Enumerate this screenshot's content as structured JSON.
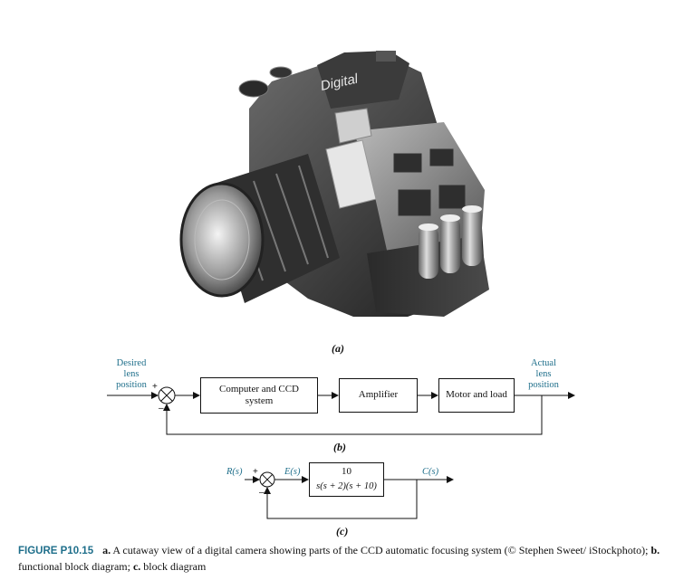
{
  "camera_image": {
    "brand_text": "Digital"
  },
  "labels": {
    "part_a": "(a)",
    "part_b": "(b)",
    "part_c": "(c)"
  },
  "block_diagram": {
    "input_label_lines": [
      "Desired",
      "lens",
      "position"
    ],
    "output_label_lines": [
      "Actual",
      "lens",
      "position"
    ],
    "block1_lines": [
      "Computer and CCD",
      "system"
    ],
    "block2": "Amplifier",
    "block3": "Motor and load",
    "sum_plus": "+",
    "sum_minus": "–"
  },
  "transfer_diagram": {
    "input": "R(s)",
    "error": "E(s)",
    "output": "C(s)",
    "numerator": "10",
    "denominator": "s(s + 2)(s + 10)",
    "sum_plus": "+",
    "sum_minus": "–"
  },
  "caption": {
    "figure_id": "FIGURE P10.15",
    "a_label": "a.",
    "a_text": " A cutaway view of a digital camera showing parts of the CCD automatic focusing system (© Stephen Sweet/ iStockphoto); ",
    "b_label": "b.",
    "b_text": " functional block diagram; ",
    "c_label": "c.",
    "c_text": " block diagram"
  }
}
